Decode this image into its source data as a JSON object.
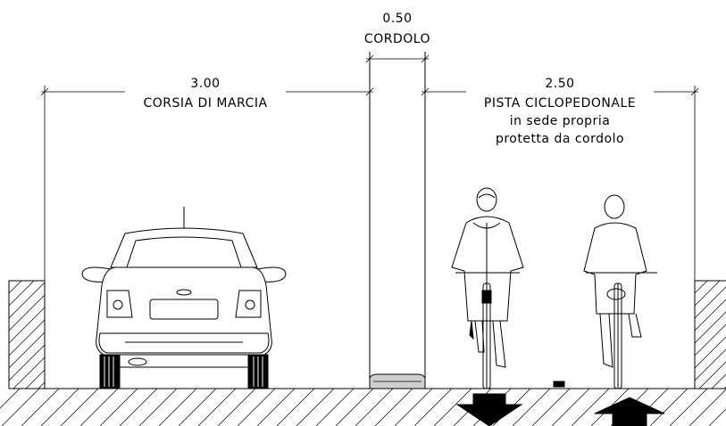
{
  "dimensions": {
    "lane": {
      "value": "3.00",
      "label": "CORSIA DI MARCIA"
    },
    "curb": {
      "value": "0.50",
      "label": "CORDOLO"
    },
    "path": {
      "value": "2.50",
      "label_lines": [
        "PISTA CICLOPEDONALE",
        "in sede propria",
        "protetta da cordolo"
      ]
    }
  },
  "directions": {
    "left_arrow": "down",
    "right_arrow": "up"
  },
  "colors": {
    "ink": "#000000",
    "curb_fill": "#cfcfcf",
    "background": "#ffffff"
  }
}
